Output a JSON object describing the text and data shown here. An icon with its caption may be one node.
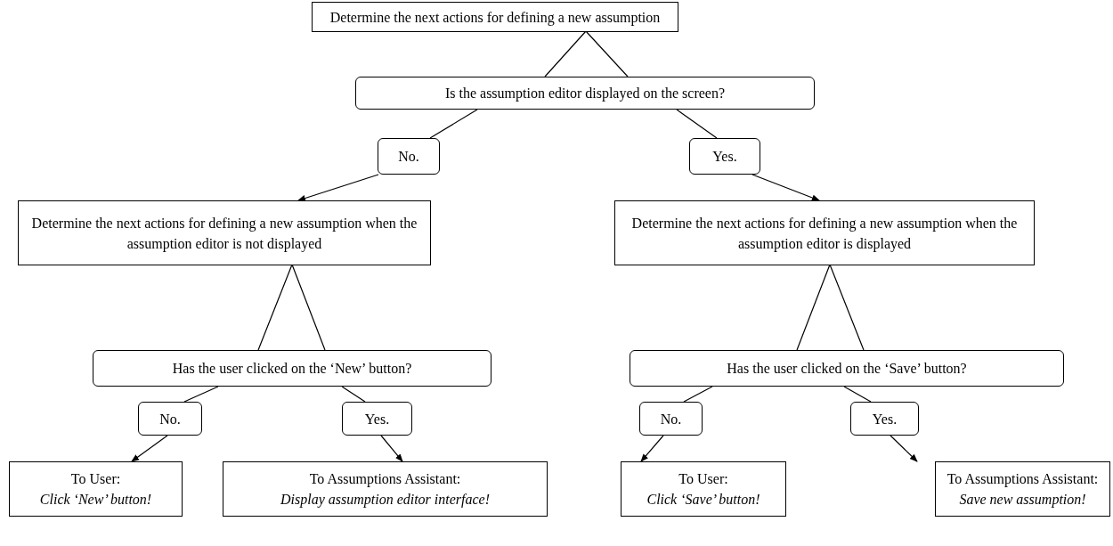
{
  "diagram": {
    "nodes": [
      {
        "text": [
          "Determine the next actions for defining a new assumption"
        ]
      },
      {
        "text": [
          "Is the assumption editor displayed on the screen?"
        ]
      },
      {
        "text": [
          "No."
        ]
      },
      {
        "text": [
          "Yes."
        ]
      },
      {
        "text": [
          "Determine the next actions for defining a new assumption when the assumption editor is not displayed"
        ]
      },
      {
        "text": [
          "Determine the next actions for defining a new assumption when the assumption editor is displayed"
        ]
      },
      {
        "text": [
          "Has the user clicked on the ‘New’ button?"
        ]
      },
      {
        "text": [
          "Has the user clicked on the ‘Save’ button?"
        ]
      },
      {
        "text": [
          "No."
        ]
      },
      {
        "text": [
          "Yes."
        ]
      },
      {
        "text": [
          "No."
        ]
      },
      {
        "text": [
          "Yes."
        ]
      },
      {
        "text": [
          "To User:",
          "Click ‘New’ button!"
        ]
      },
      {
        "text": [
          "To Assumptions Assistant:",
          "Display assumption editor interface!"
        ]
      },
      {
        "text": [
          "To User:",
          "Click ‘Save’ button!"
        ]
      },
      {
        "text": [
          "To Assumptions Assistant:",
          "Save new assumption!"
        ]
      }
    ],
    "edges": [
      {
        "from": 0,
        "to": 1,
        "arrow": "none"
      },
      {
        "from": 1,
        "to": 2,
        "arrow": "none"
      },
      {
        "from": 2,
        "to": 4,
        "arrow": "to"
      },
      {
        "from": 1,
        "to": 3,
        "arrow": "none"
      },
      {
        "from": 3,
        "to": 5,
        "arrow": "to"
      },
      {
        "from": 4,
        "to": 6,
        "arrow": "none"
      },
      {
        "from": 5,
        "to": 7,
        "arrow": "none"
      },
      {
        "from": 6,
        "to": 8,
        "arrow": "none"
      },
      {
        "from": 8,
        "to": 12,
        "arrow": "to"
      },
      {
        "from": 6,
        "to": 9,
        "arrow": "none"
      },
      {
        "from": 9,
        "to": 13,
        "arrow": "to"
      },
      {
        "from": 7,
        "to": 10,
        "arrow": "none"
      },
      {
        "from": 10,
        "to": 14,
        "arrow": "to"
      },
      {
        "from": 7,
        "to": 11,
        "arrow": "none"
      },
      {
        "from": 11,
        "to": 15,
        "arrow": "to"
      }
    ]
  }
}
